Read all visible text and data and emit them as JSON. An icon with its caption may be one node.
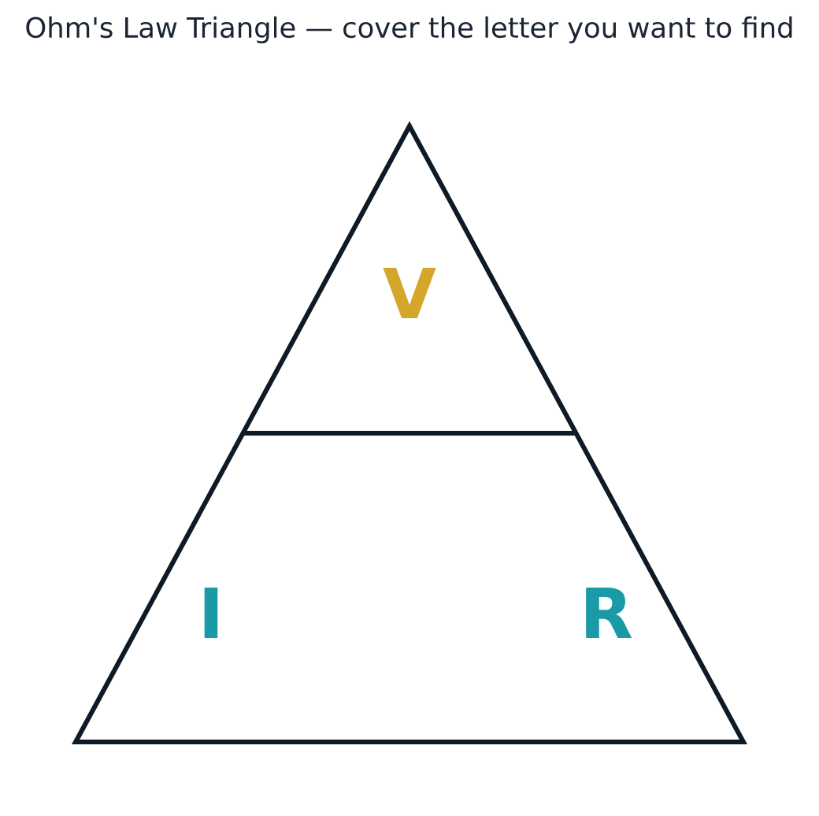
{
  "diagram": {
    "title": "Ohm's Law Triangle — cover the letter you want to find",
    "nodes": [
      {
        "text": [
          "V",
          "I",
          "R"
        ]
      }
    ]
  }
}
